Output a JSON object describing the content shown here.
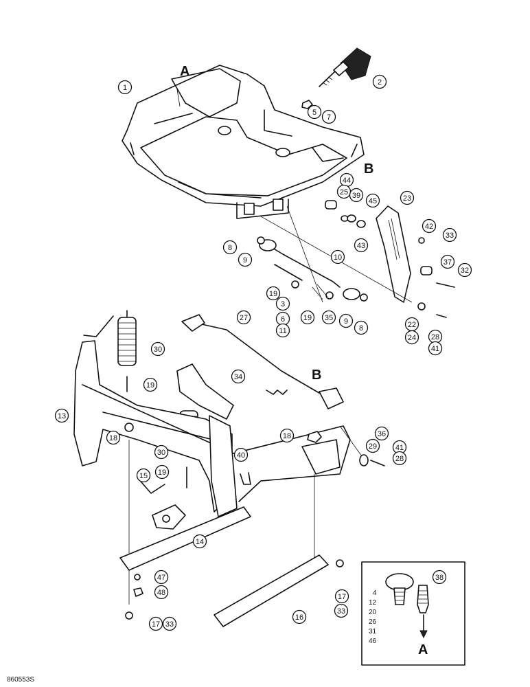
{
  "diagram": {
    "callouts": [
      {
        "label": "1"
      },
      {
        "label": "2"
      },
      {
        "label": "5"
      },
      {
        "label": "7"
      },
      {
        "label": "44"
      },
      {
        "label": "25"
      },
      {
        "label": "39"
      },
      {
        "label": "45"
      },
      {
        "label": "23"
      },
      {
        "label": "42"
      },
      {
        "label": "33"
      },
      {
        "label": "43"
      },
      {
        "label": "37"
      },
      {
        "label": "32"
      },
      {
        "label": "8"
      },
      {
        "label": "9"
      },
      {
        "label": "10"
      },
      {
        "label": "19"
      },
      {
        "label": "3"
      },
      {
        "label": "6"
      },
      {
        "label": "11"
      },
      {
        "label": "19"
      },
      {
        "label": "35"
      },
      {
        "label": "9"
      },
      {
        "label": "8"
      },
      {
        "label": "22"
      },
      {
        "label": "24"
      },
      {
        "label": "28"
      },
      {
        "label": "41"
      },
      {
        "label": "27"
      },
      {
        "label": "30"
      },
      {
        "label": "19"
      },
      {
        "label": "34"
      },
      {
        "label": "13"
      },
      {
        "label": "18"
      },
      {
        "label": "18"
      },
      {
        "label": "36"
      },
      {
        "label": "29"
      },
      {
        "label": "41"
      },
      {
        "label": "28"
      },
      {
        "label": "30"
      },
      {
        "label": "40"
      },
      {
        "label": "15"
      },
      {
        "label": "19"
      },
      {
        "label": "14"
      },
      {
        "label": "47"
      },
      {
        "label": "48"
      },
      {
        "label": "17"
      },
      {
        "label": "33"
      },
      {
        "label": "16"
      },
      {
        "label": "17"
      },
      {
        "label": "33"
      },
      {
        "label": "38"
      }
    ],
    "letters": [
      "A",
      "B",
      "B",
      "A"
    ],
    "inset": {
      "numbers": [
        "4",
        "12",
        "20",
        "26",
        "31",
        "46"
      ],
      "letter": "A"
    },
    "drawing_code": "860553S"
  }
}
